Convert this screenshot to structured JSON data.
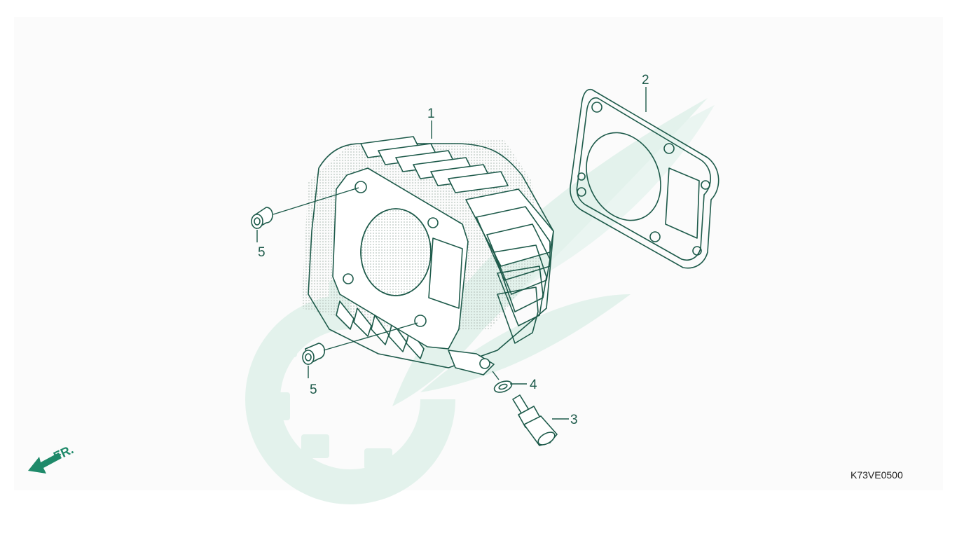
{
  "callouts": {
    "cylinder": "1",
    "gasket": "2",
    "sensor": "3",
    "washer": "4",
    "dowel_upper": "5",
    "dowel_lower": "5"
  },
  "direction_label": "FR.",
  "diagram_code": "K73VE0500",
  "colors": {
    "linework": "#1d5a4a",
    "watermark": "#e3f2ec",
    "fr_arrow": "#1f8a6a"
  }
}
